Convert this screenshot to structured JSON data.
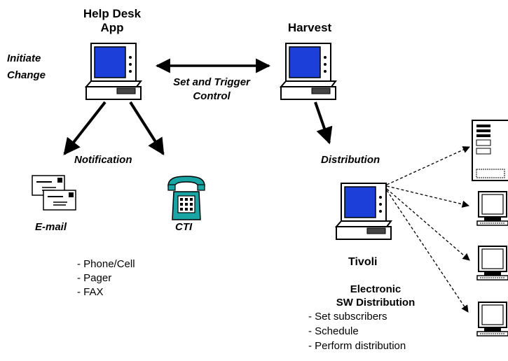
{
  "nodes": {
    "helpdesk": {
      "line1": "Help Desk",
      "line2": "App"
    },
    "harvest": "Harvest",
    "tivoli": "Tivoli",
    "email": "E-mail",
    "cti": "CTI"
  },
  "edges": {
    "initiate_line1": "Initiate",
    "initiate_line2": "Change",
    "set_trigger_line1": "Set and Trigger",
    "set_trigger_line2": "Control",
    "notification": "Notification",
    "distribution": "Distribution"
  },
  "cti_list": [
    "- Phone/Cell",
    "- Pager",
    "- FAX"
  ],
  "esd": {
    "title_line1": "Electronic",
    "title_line2": "SW Distribution",
    "items": [
      "- Set subscribers",
      "- Schedule",
      "- Perform distribution"
    ]
  },
  "colors": {
    "screen": "#1b3fd8",
    "phone": "#1aa5a5",
    "stroke": "#000000",
    "body": "#ffffff",
    "dark": "#333333"
  }
}
